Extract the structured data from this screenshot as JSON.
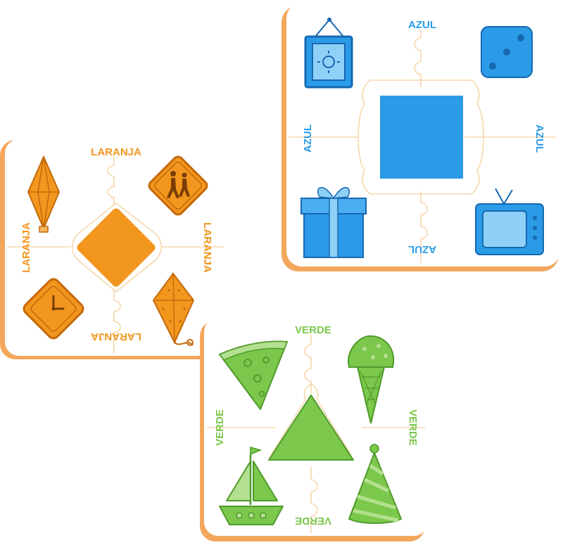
{
  "cards": {
    "orange": {
      "color_name": "Orange",
      "label": "LARANJA",
      "colors": {
        "main": "#f2961e",
        "dark": "#c46a0c",
        "light": "#f7b85c",
        "back": "#f3a75c"
      },
      "items": [
        "lantern-icon",
        "pedestrian-crossing-sign-icon",
        "clock-icon",
        "kite-icon"
      ],
      "center_shape": "diamond"
    },
    "blue": {
      "color_name": "Blue",
      "label": "AZUL",
      "colors": {
        "main": "#2b9be8",
        "dark": "#1668b0",
        "light": "#8fd0f7",
        "back": "#f3a75c"
      },
      "items": [
        "framed-sun-picture-icon",
        "dice-icon",
        "gift-box-icon",
        "television-icon"
      ],
      "center_shape": "square"
    },
    "green": {
      "color_name": "Green",
      "label": "VERDE",
      "colors": {
        "main": "#7cc84c",
        "dark": "#4f9a2a",
        "light": "#b3e08e",
        "back": "#f3a75c"
      },
      "items": [
        "pizza-slice-icon",
        "ice-cream-cone-icon",
        "sailboat-icon",
        "party-hat-icon"
      ],
      "center_shape": "triangle"
    }
  },
  "puzzle_line_color": "#f6d7ad"
}
